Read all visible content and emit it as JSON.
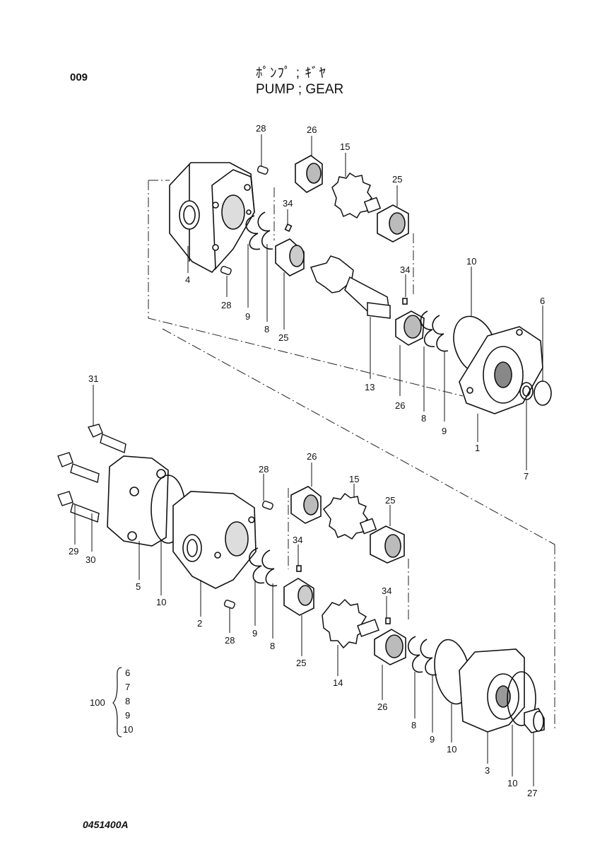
{
  "header": {
    "page_number": "009",
    "title_jp": "ﾎﾟﾝﾌﾟ ; ｷﾞﾔ",
    "title_en": "PUMP ; GEAR"
  },
  "footer": {
    "code": "0451400A"
  },
  "kit": {
    "number": "100",
    "members": [
      "6",
      "7",
      "8",
      "9",
      "10"
    ]
  },
  "callouts": {
    "upper": [
      "28",
      "26",
      "15",
      "25",
      "34",
      "4",
      "28",
      "9",
      "8",
      "25",
      "34",
      "13",
      "26",
      "8",
      "9",
      "10",
      "6",
      "1",
      "7"
    ],
    "lower": [
      "31",
      "26",
      "15",
      "25",
      "28",
      "34",
      "29",
      "30",
      "5",
      "10",
      "2",
      "28",
      "9",
      "8",
      "25",
      "34",
      "14",
      "26",
      "8",
      "9",
      "10",
      "3",
      "10",
      "27"
    ]
  }
}
